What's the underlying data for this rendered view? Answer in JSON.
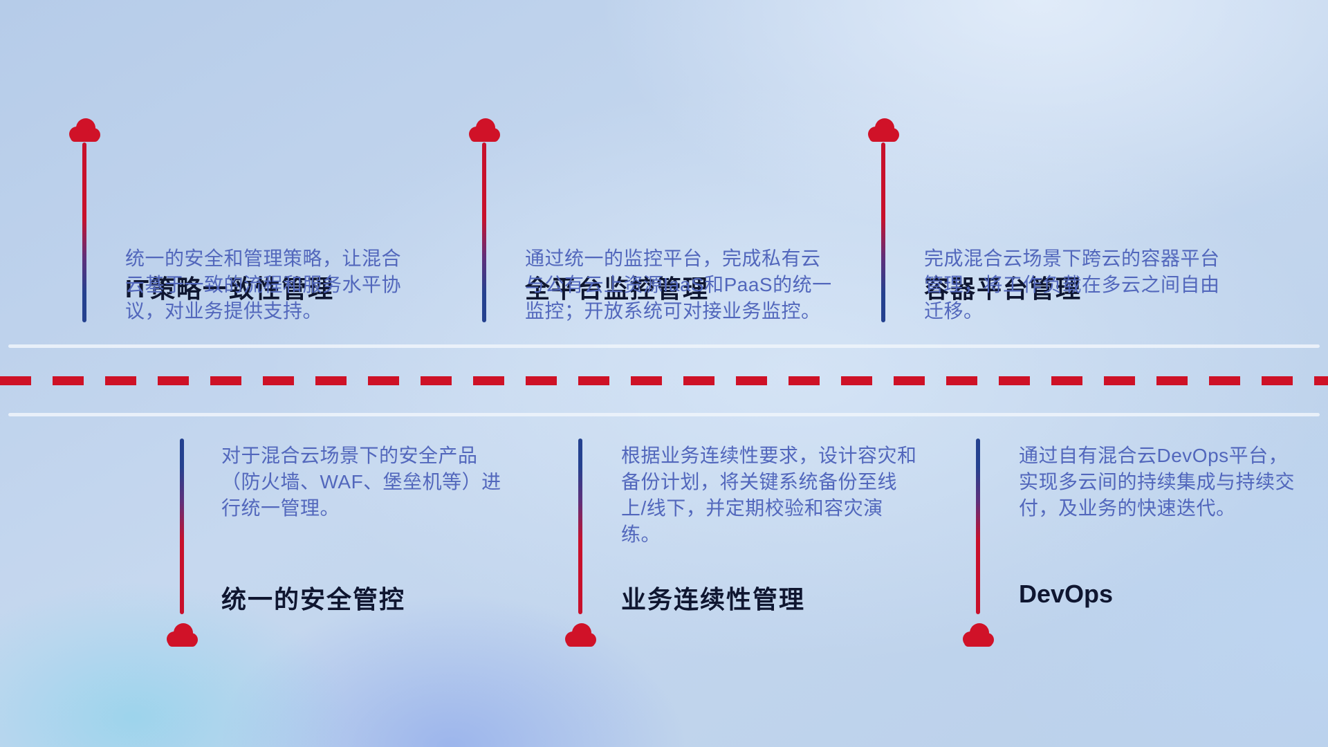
{
  "features": {
    "top": [
      {
        "title": "IT策略一致性管理",
        "description": "统一的安全和管理策略，让混合云基于一致的流程和服务水平协议，对业务提供支持。"
      },
      {
        "title": "全平台监控管理",
        "description": "通过统一的监控平台，完成私有云与公有云上资源IaaS和PaaS的统一监控；开放系统可对接业务监控。"
      },
      {
        "title": "容器平台管理",
        "description": "完成混合云场景下跨云的容器平台管理，将工作负载在多云之间自由迁移。"
      }
    ],
    "bottom": [
      {
        "title": "统一的安全管控",
        "description": "对于混合云场景下的安全产品（防火墙、WAF、堡垒机等）进行统一管理。"
      },
      {
        "title": "业务连续性管理",
        "description": "根据业务连续性要求，设计容灾和备份计划，将关键系统备份至线上/线下，并定期校验和容灾演练。"
      },
      {
        "title": "DevOps",
        "description": "通过自有混合云DevOps平台，实现多云间的持续集成与持续交付，及业务的快速迭代。"
      }
    ]
  },
  "icons": [
    {
      "name": "cloud-icon",
      "meaning": "cloud capability marker"
    }
  ],
  "colors": {
    "cloud_red": "#d01228",
    "dash_red": "#ce1126",
    "pole_red": "#c8102b",
    "pole_blue": "#24418f",
    "title_text": "#0f1630",
    "desc_text": "#5267bc",
    "road_line": "#eef4fb"
  }
}
